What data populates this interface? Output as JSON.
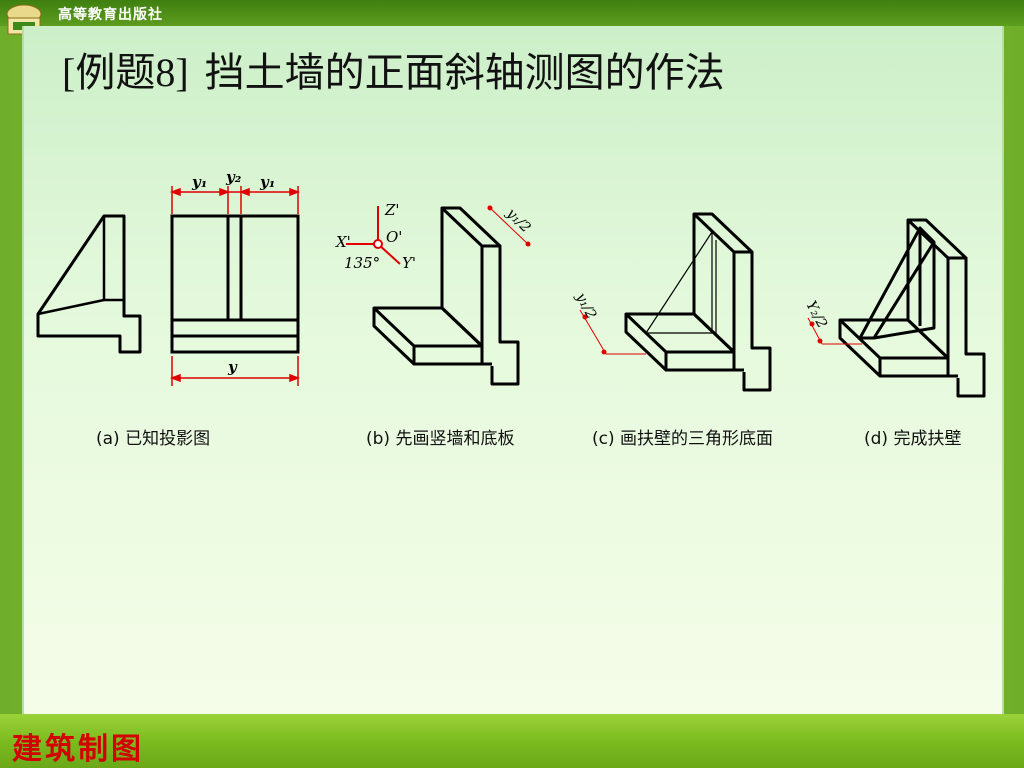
{
  "header": {
    "publisher": "高等教育出版社"
  },
  "title": {
    "prefix": "[例题8]",
    "main": "挡土墙的正面斜轴测图的作法"
  },
  "figure_a": {
    "dim_y1_left": "y₁",
    "dim_y2": "y₂",
    "dim_y1_right": "y₁",
    "dim_y": "y",
    "caption": "(a) 已知投影图"
  },
  "figure_b": {
    "axis_z": "Z'",
    "axis_o": "O'",
    "axis_x": "X'",
    "axis_y": "Y'",
    "angle": "135°",
    "dim_label": "y₁/2",
    "caption": "(b) 先画竖墙和底板"
  },
  "figure_c": {
    "dim_label": "y₁/2",
    "caption": "(c) 画扶壁的三角形底面"
  },
  "figure_d": {
    "dim_label": "Y₂/2",
    "caption": "(d) 完成扶壁"
  },
  "footer": {
    "course": "建筑制图"
  },
  "colors": {
    "dimension": "#e00000",
    "footer_text": "#d40000"
  }
}
